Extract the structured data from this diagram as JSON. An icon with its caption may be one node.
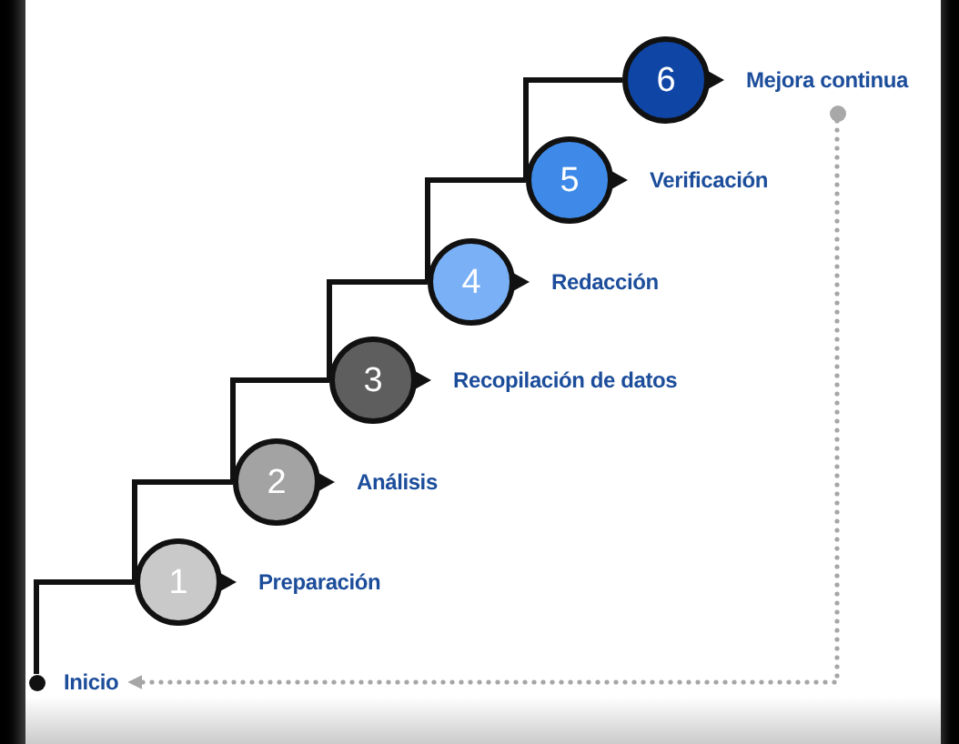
{
  "diagram": {
    "nodes": [
      {
        "text": [],
        "shape": "circle"
      },
      {
        "text": [
          "Inicio"
        ]
      },
      {
        "text": [
          "1"
        ],
        "beside": [
          "Preparación"
        ]
      },
      {
        "text": [
          "2"
        ],
        "beside": [
          "Análisis"
        ]
      },
      {
        "text": [
          "3"
        ],
        "beside": [
          "Recopilación de datos"
        ]
      },
      {
        "text": [
          "4"
        ],
        "beside": [
          "Redacción"
        ]
      },
      {
        "text": [
          "5"
        ],
        "beside": [
          "Verificación"
        ]
      },
      {
        "text": [
          "6"
        ]
      },
      {
        "text": [],
        "shape": "circle"
      }
    ],
    "edges": [
      {
        "from": 0,
        "to": 2,
        "arrow": "none"
      },
      {
        "from": 2,
        "to": 3,
        "arrow": "none"
      },
      {
        "from": 3,
        "to": 4,
        "arrow": "none"
      },
      {
        "from": 4,
        "to": 5,
        "arrow": "none"
      },
      {
        "from": 5,
        "to": 6,
        "arrow": "none"
      },
      {
        "from": 6,
        "to": 7,
        "arrow": "none"
      },
      {
        "from": 8,
        "to": 1,
        "arrow": "to",
        "style": "dashed",
        "color": "#a6a6a6"
      }
    ],
    "labels": [
      "Mejora continua"
    ]
  }
}
